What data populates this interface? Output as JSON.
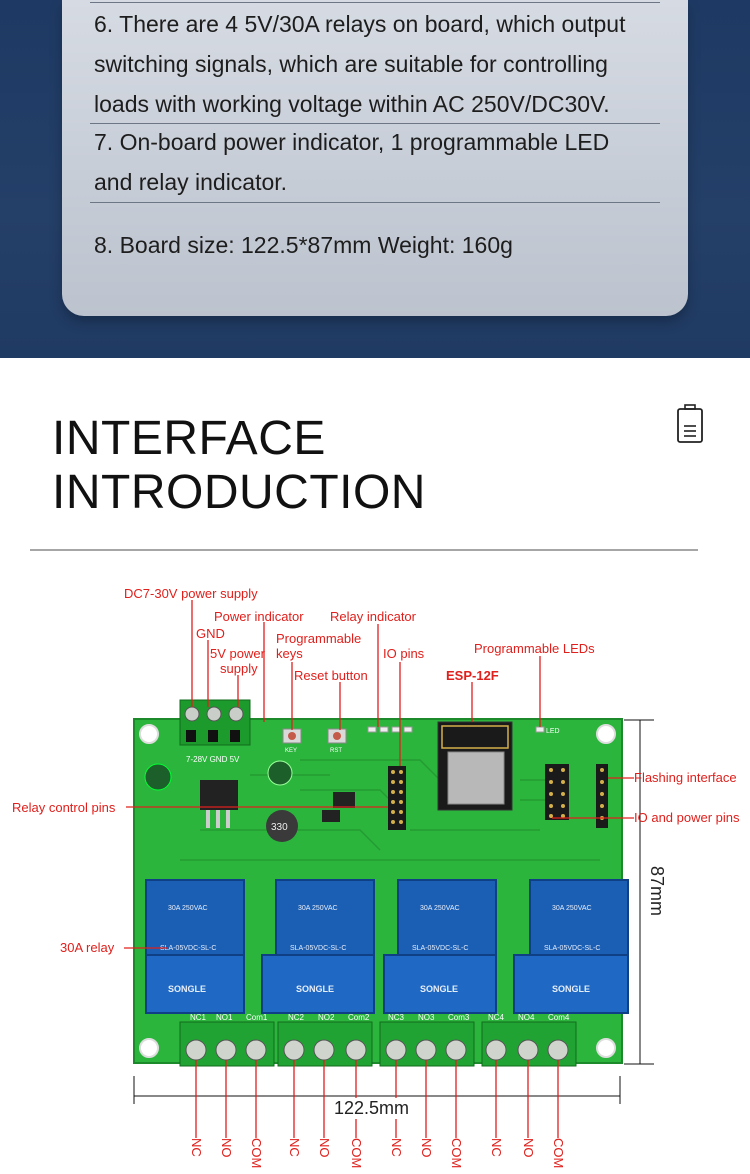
{
  "specs": {
    "line6a": "6. There are 4 5V/30A relays on board, which output",
    "line6b": "switching signals, which are suitable for controlling",
    "line6c": "loads with working voltage within AC 250V/DC30V.",
    "line7a": "7. On-board power indicator, 1 programmable LED",
    "line7b": "and relay indicator.",
    "line8": "8. Board size: 122.5*87mm   Weight: 160g"
  },
  "section": {
    "title_line1": "INTERFACE",
    "title_line2": "INTRODUCTION",
    "icon": "battery-icon"
  },
  "labels": {
    "dc_supply": "DC7-30V power supply",
    "power_indicator": "Power indicator",
    "relay_indicator": "Relay indicator",
    "gnd": "GND",
    "programmable_keys_1": "Programmable",
    "programmable_keys_2": "keys",
    "five_v_1": "5V power",
    "five_v_2": "supply",
    "io_pins": "IO pins",
    "programmable_leds": "Programmable LEDs",
    "reset_button": "Reset button",
    "esp": "ESP-12F",
    "flashing_interface": "Flashing interface",
    "relay_control_pins": "Relay control pins",
    "io_power_pins": "IO and power pins",
    "relay_30a": "30A relay",
    "dim_height": "87mm",
    "dim_width": "122.5mm"
  },
  "terminal_pins": [
    "NC",
    "NO",
    "COM",
    "NC",
    "NO",
    "COM",
    "NC",
    "NO",
    "COM",
    "NC",
    "NO",
    "COM"
  ],
  "board_print": {
    "input": "7-28V GND 5V",
    "key": "KEY",
    "rst": "RST",
    "led": "LED",
    "inductor": "330",
    "relay_brand": "SONGLE",
    "relay_model": "SLA-05VDC-SL-C",
    "relay_rating": "30A 250VAC",
    "terminals": [
      "NC1",
      "NO1",
      "Com1",
      "NC2",
      "NO2",
      "Com2",
      "NC3",
      "NO3",
      "Com3",
      "NC4",
      "NO4",
      "Com4"
    ]
  },
  "colors": {
    "label_red": "#e0201c",
    "pcb_green": "#29b33a",
    "relay_blue": "#1b5fb5",
    "band_navy": "#1f3a63"
  }
}
